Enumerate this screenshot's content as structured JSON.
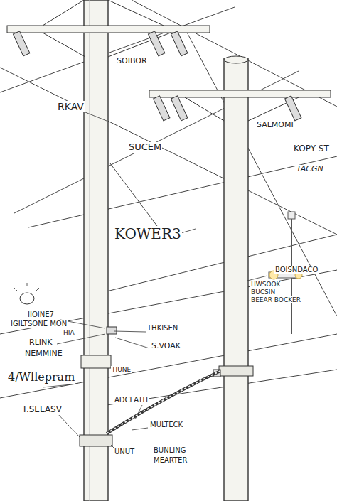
{
  "diagram": {
    "labels": [
      "SOIBOR",
      "RKAV",
      "SUCEM",
      "SALMOMI",
      "KOPY ST",
      "TACGN",
      "KOWER3",
      "BOISNDACO",
      "HWSOOK",
      "BUCSIN",
      "BEEAR BOCKER",
      "IIOINE7",
      "IGILTSONE MON",
      "HIA",
      "RLINK",
      "NEMMINE",
      "4/Wllepram",
      "THKISEN",
      "S.VOAK",
      "TIUNE",
      "T.SELASV",
      "ADCLATH",
      "MULTECK",
      "UNUT",
      "BUNLING",
      "MEARTER"
    ]
  }
}
